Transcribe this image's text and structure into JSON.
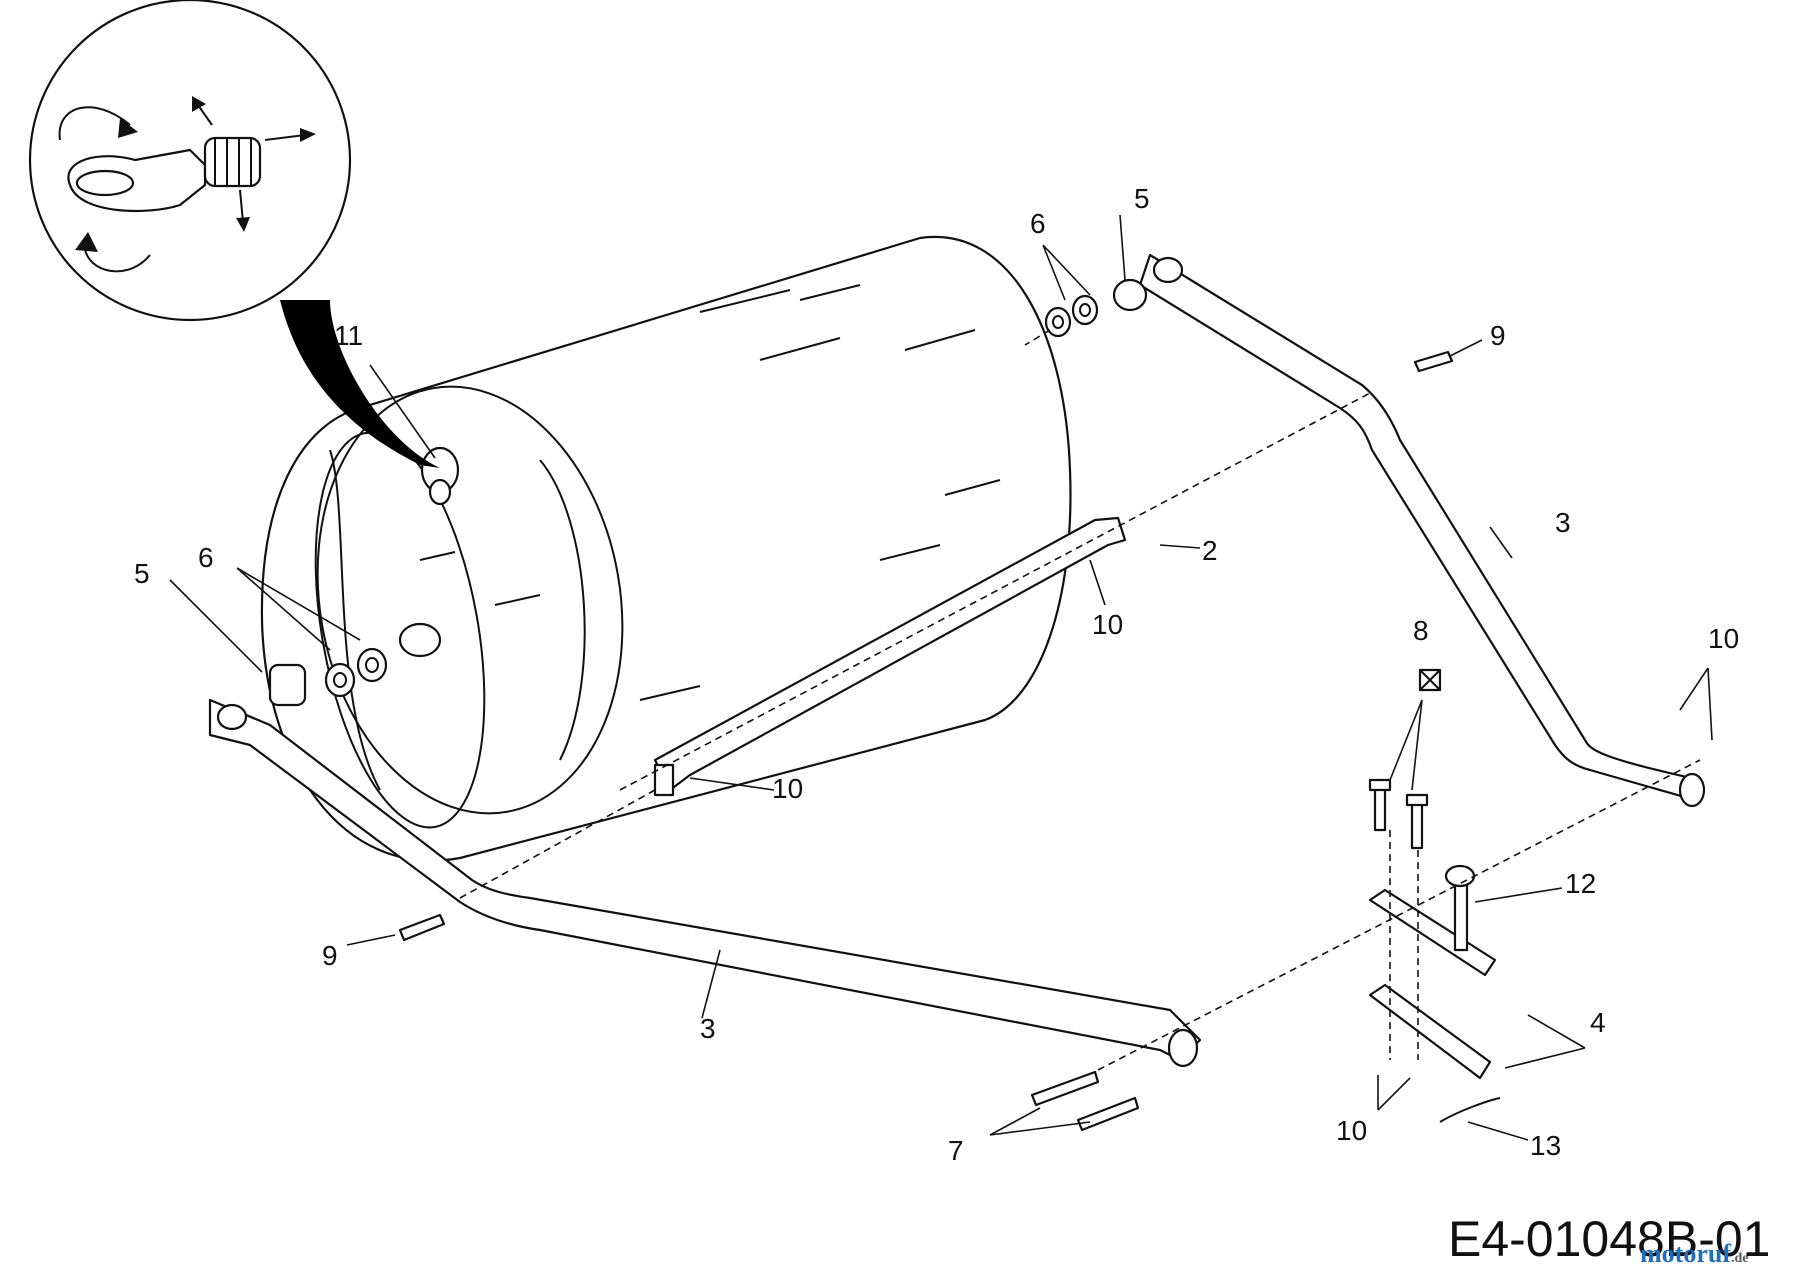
{
  "diagram": {
    "drawing_code": "E4-01048B-01",
    "watermark": "motoruf",
    "watermark_suffix": ".de",
    "callouts": {
      "c2": "2",
      "c3_right": "3",
      "c3_left": "3",
      "c4": "4",
      "c5_left": "5",
      "c5_right": "5",
      "c6_left": "6",
      "c6_right": "6",
      "c7": "7",
      "c8": "8",
      "c9_right": "9",
      "c9_left": "9",
      "c10_mid": "10",
      "c10_bar": "10",
      "c10_right": "10",
      "c10_bottom": "10",
      "c11": "11",
      "c12": "12",
      "c13": "13"
    }
  }
}
